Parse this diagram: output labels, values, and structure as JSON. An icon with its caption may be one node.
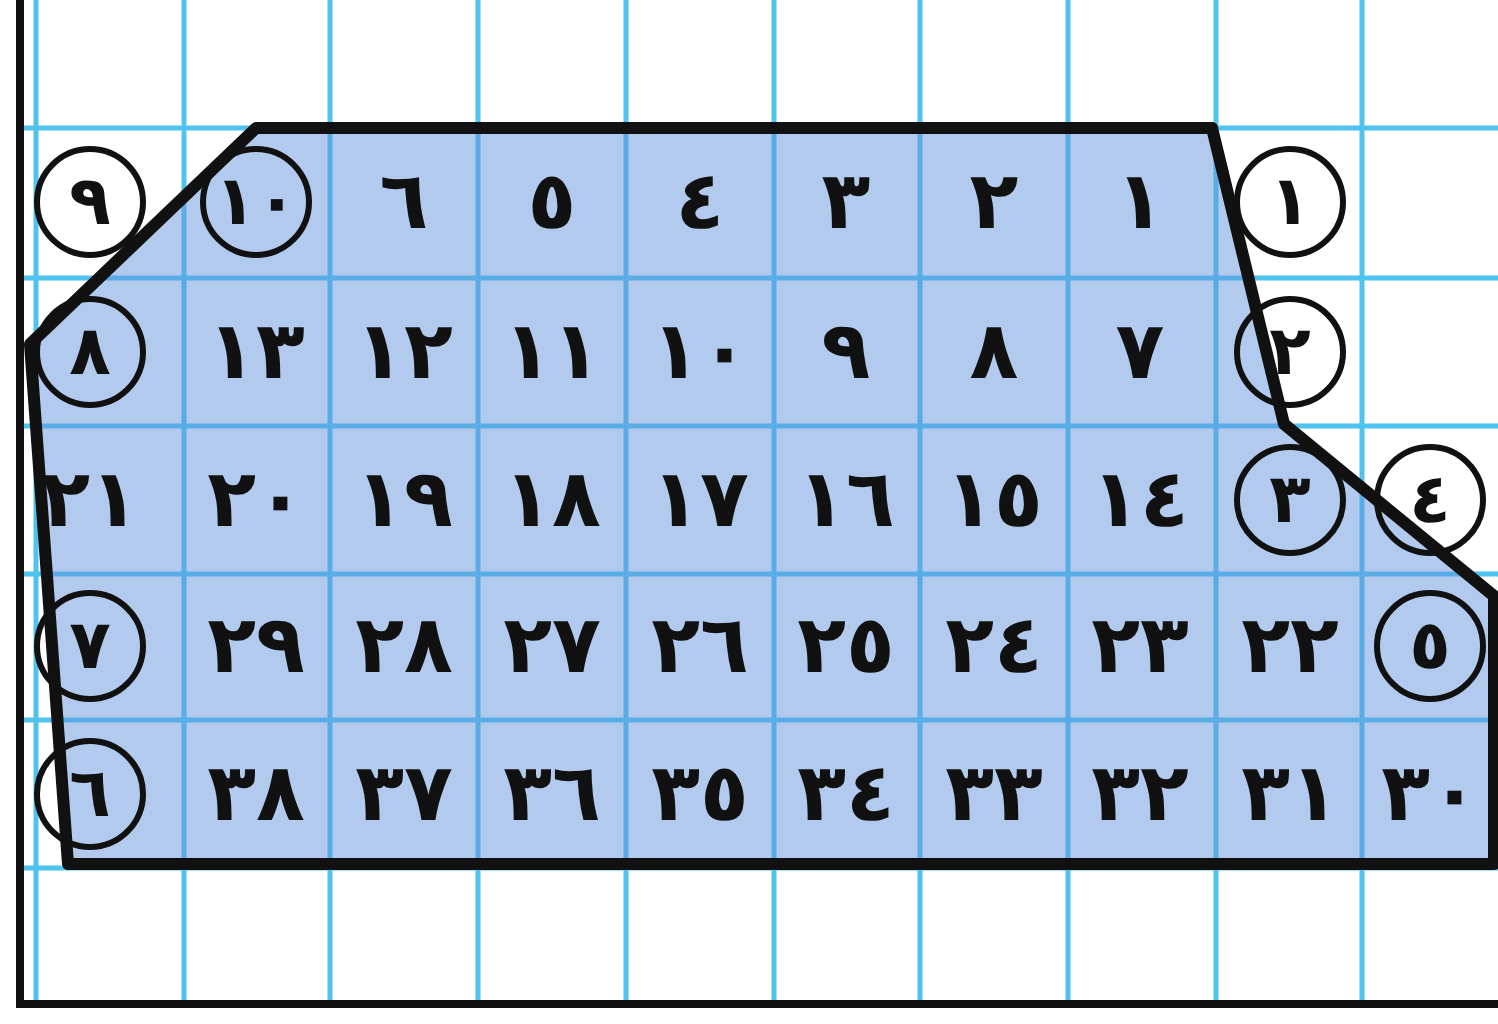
{
  "diagram": {
    "labels": [
      "١",
      "١",
      "٢",
      "٣",
      "٤",
      "٥",
      "٦",
      "١٠",
      "٩",
      "٢",
      "٧",
      "٨",
      "٩",
      "١٠",
      "١١",
      "١٢",
      "١٣",
      "٨",
      "٤",
      "٣",
      "١٤",
      "١٥",
      "١٦",
      "١٧",
      "١٨",
      "١٩",
      "٢٠",
      "٢١",
      "٥",
      "٢٢",
      "٢٣",
      "٢٤",
      "٢٥",
      "٢٦",
      "٢٧",
      "٢٨",
      "٢٩",
      "٧",
      "٣٠",
      "٣١",
      "٣٢",
      "٣٣",
      "٣٤",
      "٣٥",
      "٣٦",
      "٣٧",
      "٣٨",
      "٦"
    ]
  }
}
